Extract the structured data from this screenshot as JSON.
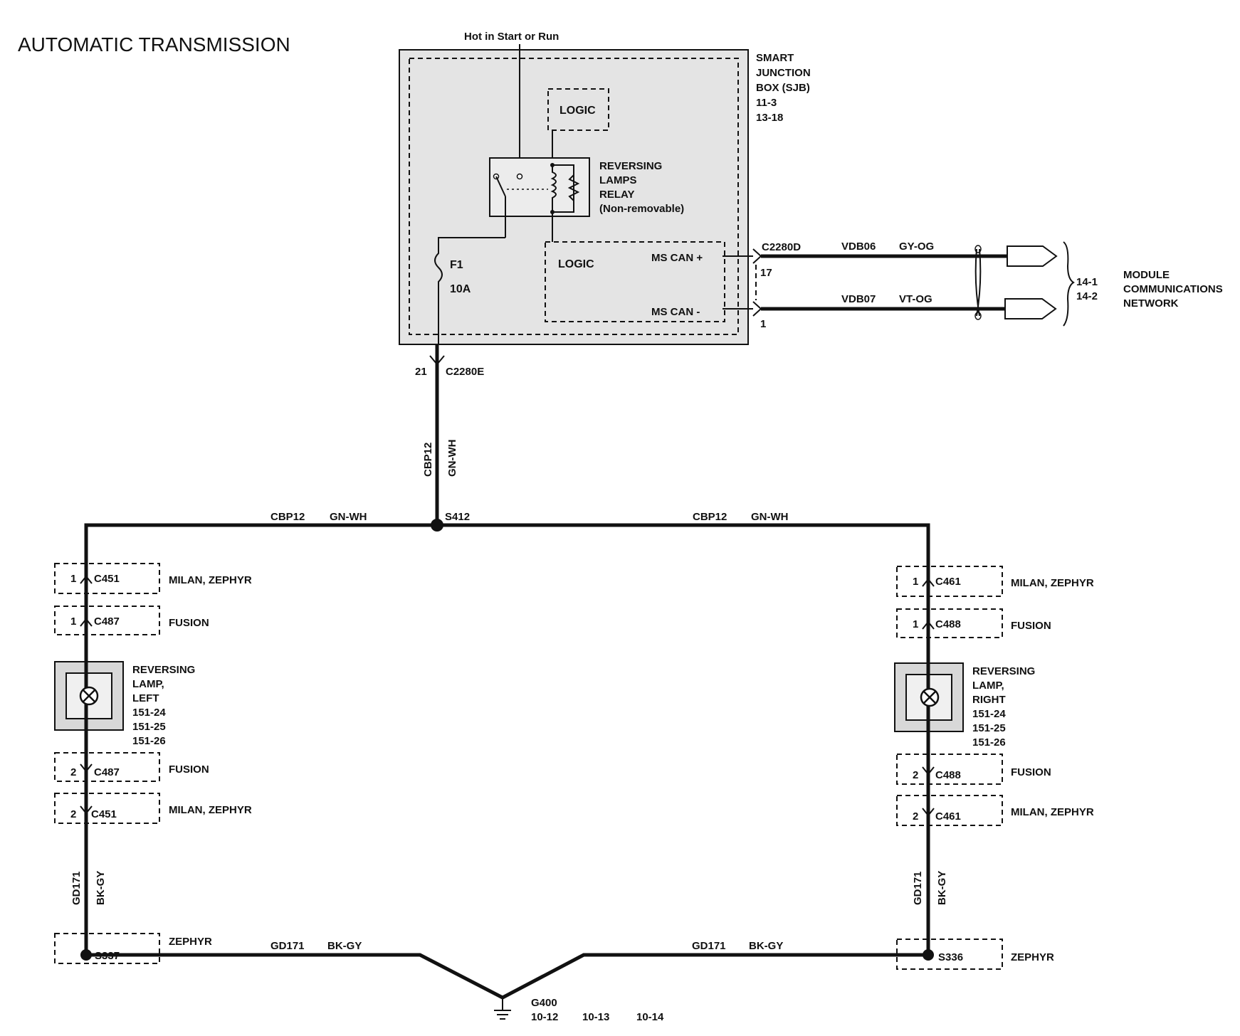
{
  "title": "AUTOMATIC TRANSMISSION",
  "sjb": {
    "supply": "Hot in Start or Run",
    "name_lines": [
      "SMART",
      "JUNCTION",
      "BOX (SJB)",
      "11-3",
      "13-18"
    ],
    "logic_top": "LOGIC",
    "logic_bottom": "LOGIC",
    "relay_lines": [
      "REVERSING",
      "LAMPS",
      "RELAY",
      "(Non-removable)"
    ],
    "fuse_id": "F1",
    "fuse_rating": "10A",
    "ms_can_plus": "MS CAN +",
    "ms_can_minus": "MS CAN -"
  },
  "can": {
    "connector": "C2280D",
    "pin_plus": "17",
    "pin_minus": "1",
    "circuit_plus": "VDB06",
    "color_plus": "GY-OG",
    "circuit_minus": "VDB07",
    "color_minus": "VT-OG",
    "ref_1": "14-1",
    "ref_2": "14-2",
    "network_lines": [
      "MODULE",
      "COMMUNICATIONS",
      "NETWORK"
    ]
  },
  "feed": {
    "pin": "21",
    "connector": "C2280E",
    "circuit": "CBP12",
    "color": "GN-WH",
    "splice": "S412"
  },
  "left": {
    "conn_a_pin": "1",
    "conn_a": "C451",
    "conn_a_note": "MILAN, ZEPHYR",
    "conn_b_pin": "1",
    "conn_b": "C487",
    "conn_b_note": "FUSION",
    "lamp_lines": [
      "REVERSING",
      "LAMP,",
      "LEFT",
      "151-24",
      "151-25",
      "151-26"
    ],
    "conn_c_pin": "2",
    "conn_c": "C487",
    "conn_c_note": "FUSION",
    "conn_d_pin": "2",
    "conn_d": "C451",
    "conn_d_note": "MILAN, ZEPHYR",
    "gnd_circuit": "GD171",
    "gnd_color": "BK-GY",
    "splice": "S337",
    "splice_note": "ZEPHYR"
  },
  "right": {
    "conn_a_pin": "1",
    "conn_a": "C461",
    "conn_a_note": "MILAN, ZEPHYR",
    "conn_b_pin": "1",
    "conn_b": "C488",
    "conn_b_note": "FUSION",
    "lamp_lines": [
      "REVERSING",
      "LAMP,",
      "RIGHT",
      "151-24",
      "151-25",
      "151-26"
    ],
    "conn_c_pin": "2",
    "conn_c": "C488",
    "conn_c_note": "FUSION",
    "conn_d_pin": "2",
    "conn_d": "C461",
    "conn_d_note": "MILAN, ZEPHYR",
    "gnd_circuit": "GD171",
    "gnd_color": "BK-GY",
    "splice": "S336",
    "splice_note": "ZEPHYR"
  },
  "ground": {
    "id": "G400",
    "ref_1": "10-12",
    "ref_2": "10-13",
    "ref_3": "10-14"
  }
}
